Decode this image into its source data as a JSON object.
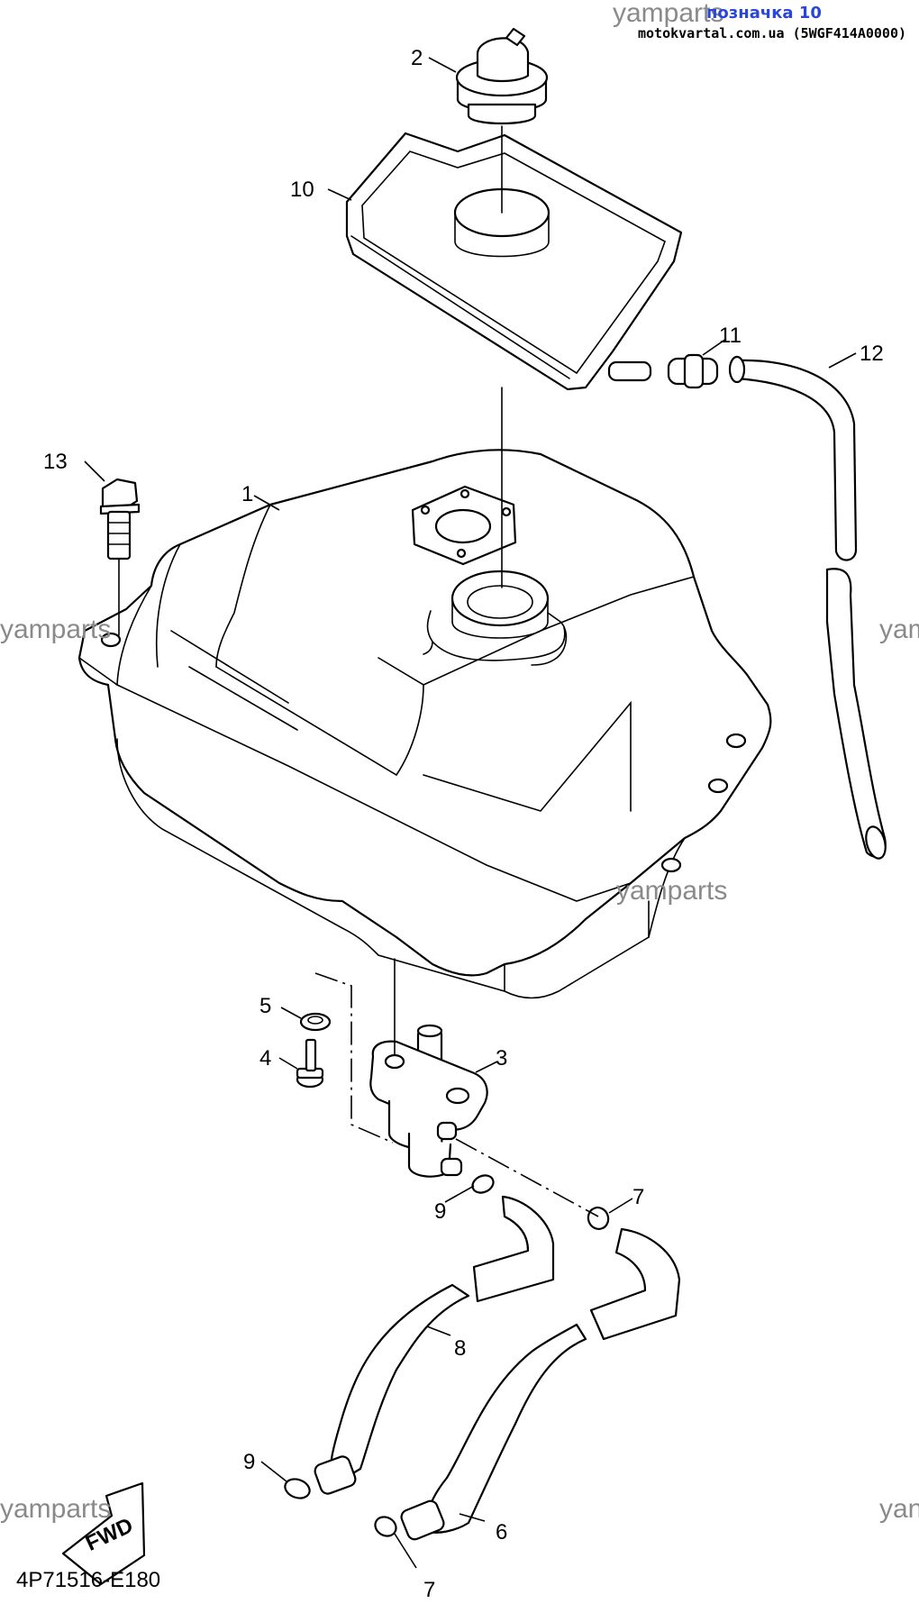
{
  "header": {
    "watermark": "yamparts",
    "link_label": "позначка 10",
    "source_line": "motokvartal.com.ua (5WGF414A0000)"
  },
  "watermarks": [
    "yamparts",
    "yamparts",
    "yamparts",
    "yamparts",
    "yam",
    "yan"
  ],
  "callouts": [
    {
      "id": "c1",
      "label": "1"
    },
    {
      "id": "c2",
      "label": "2"
    },
    {
      "id": "c3",
      "label": "3"
    },
    {
      "id": "c4",
      "label": "4"
    },
    {
      "id": "c5",
      "label": "5"
    },
    {
      "id": "c6",
      "label": "6"
    },
    {
      "id": "c7a",
      "label": "7"
    },
    {
      "id": "c7b",
      "label": "7"
    },
    {
      "id": "c8",
      "label": "8"
    },
    {
      "id": "c9a",
      "label": "9"
    },
    {
      "id": "c9b",
      "label": "9"
    },
    {
      "id": "c10",
      "label": "10"
    },
    {
      "id": "c11",
      "label": "11"
    },
    {
      "id": "c12",
      "label": "12"
    },
    {
      "id": "c13",
      "label": "13"
    }
  ],
  "fwd_label": "FWD",
  "document_code": "4P71516-E180"
}
